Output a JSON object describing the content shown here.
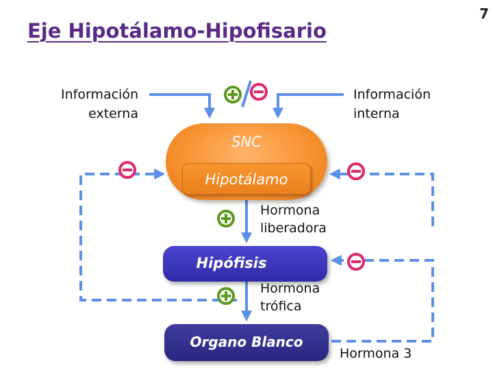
{
  "slide": {
    "page_number": "7",
    "title": "Eje Hipotálamo-Hipofisario"
  },
  "labels": {
    "info_externa": [
      "Información",
      "externa"
    ],
    "info_interna": [
      "Información",
      "interna"
    ],
    "hormona_liberadora": [
      "Hormona",
      "liberadora"
    ],
    "hormona_trofica": [
      "Hormona",
      "trófica"
    ],
    "hormona_3": "Hormona 3"
  },
  "boxes": {
    "snc": "SNC",
    "hipotalamo": "Hipotálamo",
    "hipofisis": "Hipófisis",
    "organo_blanco": "Organo Blanco"
  },
  "symbols": {
    "plus": "+",
    "minus": "−"
  },
  "colors": {
    "title": "#5b2a86",
    "arrow": "#5b8fe8",
    "snc": "#f7902e",
    "hipofisis": "#3833bd",
    "organo_blanco": "#2f2b8a",
    "plus_sign": "#5a9a1a",
    "minus_sign": "#e0256a"
  }
}
